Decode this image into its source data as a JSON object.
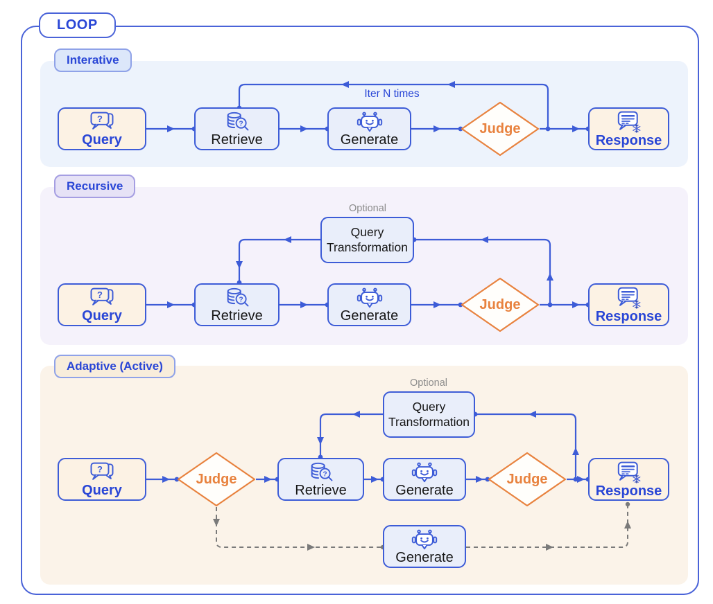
{
  "title": "LOOP",
  "panels": {
    "iterative": {
      "label": "Interative",
      "iter_label": "Iter N times",
      "nodes": {
        "query": "Query",
        "retrieve": "Retrieve",
        "generate": "Generate",
        "judge": "Judge",
        "response": "Response"
      }
    },
    "recursive": {
      "label": "Recursive",
      "optional_label": "Optional",
      "nodes": {
        "query": "Query",
        "retrieve": "Retrieve",
        "generate": "Generate",
        "judge": "Judge",
        "response": "Response",
        "query_transformation": "Query Transformation"
      }
    },
    "adaptive": {
      "label": "Adaptive (Active)",
      "optional_label": "Optional",
      "nodes": {
        "query": "Query",
        "judge_pre": "Judge",
        "retrieve": "Retrieve",
        "generate": "Generate",
        "judge_post": "Judge",
        "response": "Response",
        "query_transformation": "Query Transformation",
        "generate_fallback": "Generate"
      }
    }
  },
  "colors": {
    "primary_blue": "#3d5cd7",
    "text_blue": "#2946d6",
    "accent_orange": "#e8823e",
    "dashed_gray": "#7a7a7a",
    "panel_iterative_bg": "#edf3fc",
    "panel_recursive_bg": "#f5f2fb",
    "panel_adaptive_bg": "#fbf3e9",
    "node_cream_bg": "#fcf2e4",
    "node_blue_bg": "#e9eefa"
  }
}
